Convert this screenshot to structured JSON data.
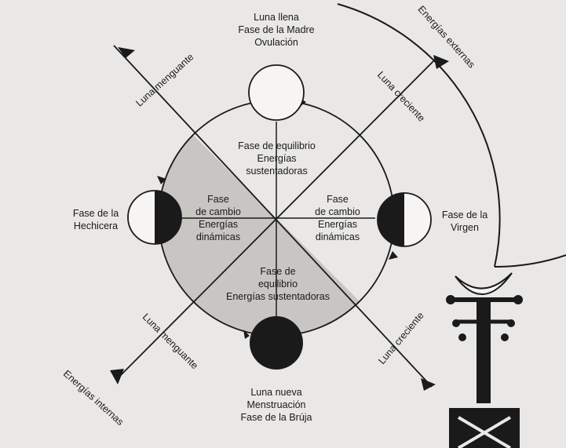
{
  "top": {
    "line1": "Luna llena",
    "line2": "Fase de la Madre",
    "line3": "Ovulación"
  },
  "upper_inner": {
    "line1": "Fase de equilibrio",
    "line2": "Energías",
    "line3": "sustentadoras"
  },
  "left_inner": {
    "line1": "Fase",
    "line2": "de cambio",
    "line3": "Energías",
    "line4": "dinámicas"
  },
  "right_inner": {
    "line1": "Fase",
    "line2": "de cambio",
    "line3": "Energías",
    "line4": "dinámicas"
  },
  "lower_inner": {
    "line1": "Fase de",
    "line2": "equilibrio",
    "line3": "Energías sustentadoras"
  },
  "left_outer": {
    "line1": "Fase de la",
    "line2": "Hechicera"
  },
  "right_outer": {
    "line1": "Fase de la",
    "line2": "Virgen"
  },
  "bottom": {
    "line1": "Luna nueva",
    "line2": "Menstruación",
    "line3": "Fase de la Brúja"
  },
  "diagonals": {
    "upper_left": "Luna menguante",
    "upper_right": "Luna creciente",
    "lower_left": "Luna menguante",
    "lower_right": "Luna creciente",
    "energies_external": "Energías externas",
    "energies_internal": "Energías internas"
  },
  "colors": {
    "shade": "#c8c6c3",
    "ink": "#1a1a1a",
    "paper": "#e9e8e6"
  }
}
